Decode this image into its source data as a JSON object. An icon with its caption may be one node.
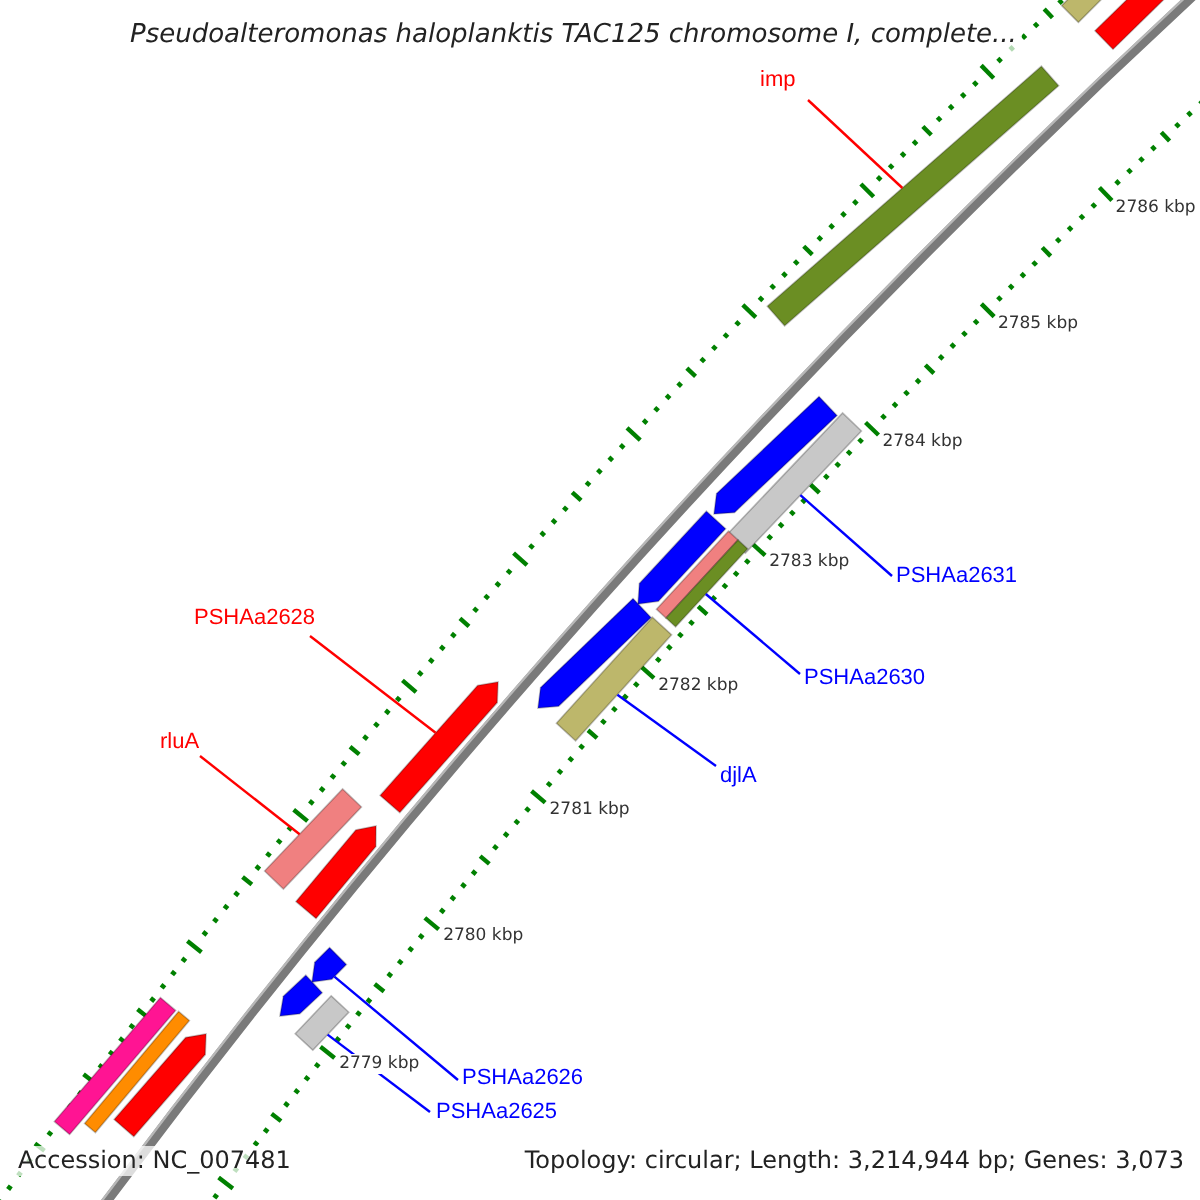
{
  "diagram": {
    "title": "Pseudoalteromonas haloplanktis TAC125 chromosome I, complete...",
    "nodes": [
      {
        "text": [
          "imp"
        ]
      },
      {
        "text": [],
        "shape": "bar"
      },
      {
        "text": [
          "PSHAa2628"
        ]
      },
      {
        "text": [],
        "shape": "bar"
      },
      {
        "text": [
          "PSHAa2631"
        ]
      },
      {
        "text": [],
        "shape": "bar"
      },
      {
        "text": [
          "rluA"
        ]
      },
      {
        "text": [],
        "shape": "bar"
      },
      {
        "text": [
          "PSHAa2630"
        ]
      },
      {
        "text": [],
        "shape": "bar"
      },
      {
        "text": [
          "djlA"
        ]
      },
      {
        "text": [],
        "shape": "bar"
      },
      {
        "text": [
          "PSHAa2626"
        ]
      },
      {
        "text": [],
        "shape": "bar"
      },
      {
        "text": [
          "PSHAa2625"
        ]
      },
      {
        "text": [],
        "shape": "bar"
      },
      {
        "text": [],
        "shape": "bar"
      },
      {
        "text": [],
        "shape": "bar"
      },
      {
        "text": [],
        "shape": "bar"
      },
      {
        "text": [],
        "shape": "bar"
      },
      {
        "text": [],
        "shape": "bar"
      },
      {
        "text": [],
        "shape": "bar"
      },
      {
        "text": [],
        "shape": "bar"
      },
      {
        "text": [],
        "shape": "bar"
      },
      {
        "text": [],
        "shape": "bar"
      },
      {
        "text": [],
        "shape": "bar"
      }
    ],
    "edges": [
      {
        "from": 0,
        "to": 1,
        "arrow": "none",
        "color": "#ff0000"
      },
      {
        "from": 2,
        "to": 3,
        "arrow": "none",
        "color": "#ff0000"
      },
      {
        "from": 4,
        "to": 5,
        "arrow": "none"
      },
      {
        "from": 6,
        "to": 7,
        "arrow": "none",
        "color": "#ff0000"
      },
      {
        "from": 8,
        "to": 9,
        "arrow": "none"
      },
      {
        "from": 10,
        "to": 11,
        "arrow": "none"
      },
      {
        "from": 12,
        "to": 13,
        "arrow": "none"
      },
      {
        "from": 14,
        "to": 15,
        "arrow": "none"
      }
    ],
    "labels": [
      "2786 kbp",
      "2785 kbp",
      "2784 kbp",
      "2783 kbp",
      "2782 kbp",
      "2781 kbp",
      "2780 kbp",
      "2779 kbp",
      "Accession: NC_007481",
      "Topology: circular; Length: 3,214,944 bp; Genes: 3,073"
    ]
  }
}
